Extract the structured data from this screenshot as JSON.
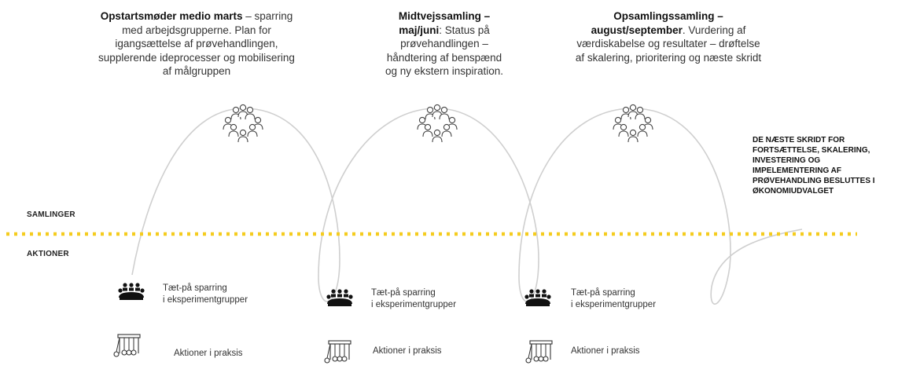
{
  "meetings": [
    {
      "bold": "Opstartsmøder medio marts",
      "rest": [
        " – sparring",
        "med arbejdsgrupperne. Plan for",
        "igangsættelse af prøvehandlingen,",
        "supplerende ideprocesser og mobilisering",
        "af målgruppen"
      ]
    },
    {
      "bold_lines": [
        "Midtvejssamling –",
        "maj/juni"
      ],
      "rest": [
        ": Status på",
        "prøvehandlingen –",
        "håndtering af benspænd",
        "og ny ekstern inspiration."
      ]
    },
    {
      "bold_lines": [
        "Opsamlingssamling –",
        "august/september"
      ],
      "rest": [
        ". Vurdering af",
        "værdiskabelse og resultater – drøftelse",
        "af skalering, prioritering og næste skridt"
      ]
    }
  ],
  "labels": {
    "samlinger": "SAMLINGER",
    "aktioner": "AKTIONER"
  },
  "final_note": [
    "DE NÆSTE SKRIDT FOR",
    "FORTSÆTTELSE, SKALERING,",
    "INVESTERING OG",
    "IMPELEMENTERING AF",
    "PRØVEHANDLING BESLUTTES I",
    "ØKONOMIUDVALGET"
  ],
  "actions": {
    "sparring_lines": [
      "Tæt-på sparring",
      "i eksperimentgrupper"
    ],
    "praksis": "Aktioner i praksis"
  },
  "icons": [
    "group-icon",
    "team-table-icon",
    "newtons-cradle-icon"
  ],
  "colors": {
    "dotted_line": "#f5cc1f",
    "curve": "#cfcfcf"
  }
}
